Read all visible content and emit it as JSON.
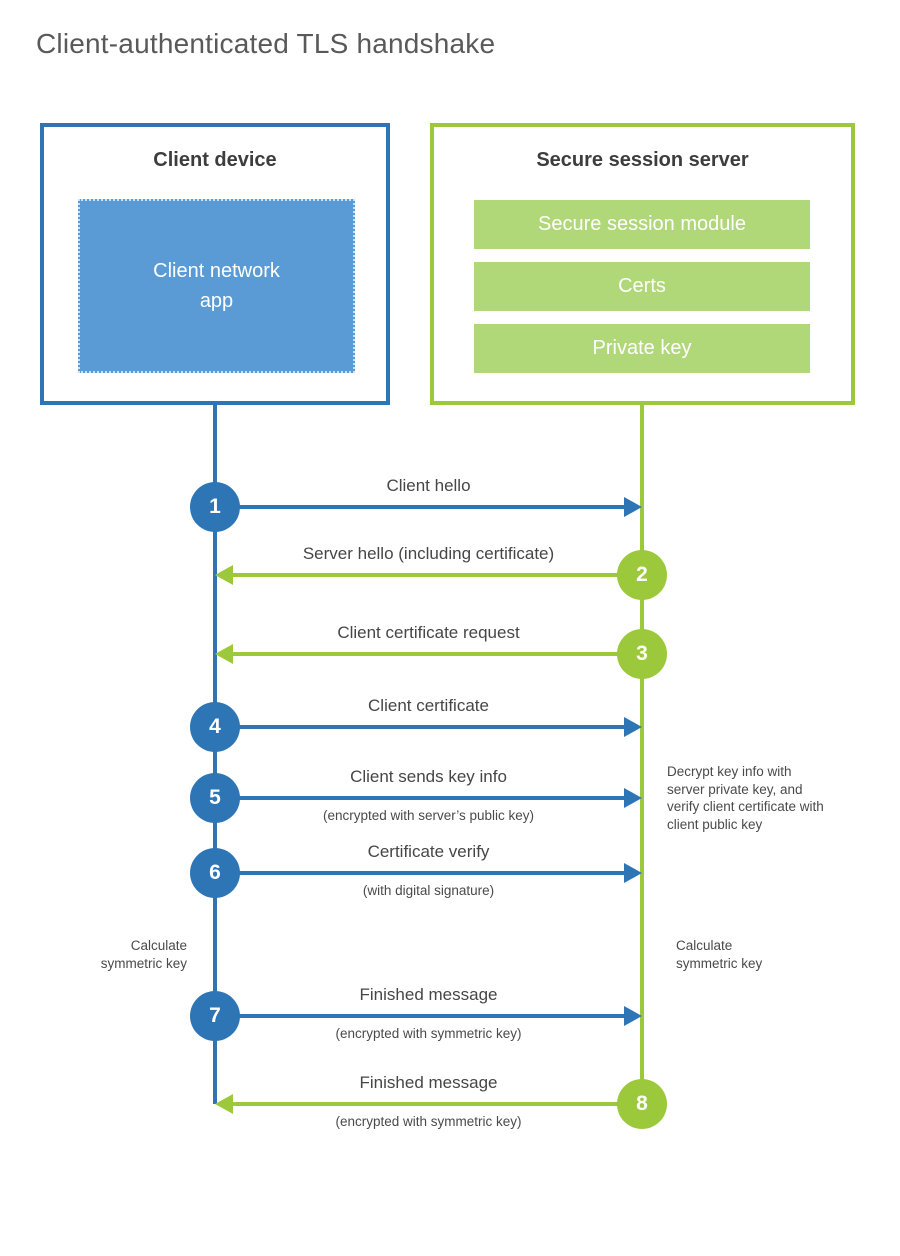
{
  "title": "Client-authenticated TLS handshake",
  "colors": {
    "blue": "#2E75B6",
    "blue_fill": "#5B9BD5",
    "green": "#9CC93C",
    "green_fill": "#B1D878",
    "label_text": "#464646",
    "title_text": "#595959"
  },
  "client_box": {
    "title": "Client device",
    "app_label": "Client network app"
  },
  "server_box": {
    "title": "Secure session server",
    "modules": [
      "Secure session module",
      "Certs",
      "Private key"
    ]
  },
  "steps": [
    {
      "num": "1",
      "label": "Client hello",
      "sub": "",
      "direction": "client-to-server"
    },
    {
      "num": "2",
      "label": "Server hello (including certificate)",
      "sub": "",
      "direction": "server-to-client"
    },
    {
      "num": "3",
      "label": "Client certificate request",
      "sub": "",
      "direction": "server-to-client"
    },
    {
      "num": "4",
      "label": "Client certificate",
      "sub": "",
      "direction": "client-to-server"
    },
    {
      "num": "5",
      "label": "Client sends key info",
      "sub": "(encrypted with server’s public key)",
      "direction": "client-to-server"
    },
    {
      "num": "6",
      "label": "Certificate verify",
      "sub": "(with digital signature)",
      "direction": "client-to-server"
    },
    {
      "num": "7",
      "label": "Finished message",
      "sub": "(encrypted with symmetric key)",
      "direction": "client-to-server"
    },
    {
      "num": "8",
      "label": "Finished message",
      "sub": "(encrypted with symmetric key)",
      "direction": "server-to-client"
    }
  ],
  "annotations": {
    "decrypt_note": "Decrypt key info with server private key, and verify client certificate with client public key",
    "calc_left": "Calculate symmetric key",
    "calc_right": "Calculate symmetric key"
  }
}
